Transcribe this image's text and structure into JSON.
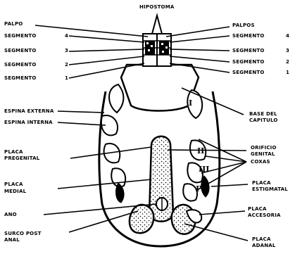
{
  "labels": {
    "hipostoma": "HIPOSTOMA",
    "palpo": "PALPO",
    "palpos": "PALPOS",
    "segmento": "SEGMENTO",
    "seg_left_nums": [
      "4",
      "3",
      "2",
      "1"
    ],
    "seg_right_nums": [
      "4",
      "3",
      "2",
      "1"
    ],
    "base_capitulo_1": "BASE DEL",
    "base_capitulo_2": "CAPITULO",
    "espina_externa": "ESPINA EXTERNA",
    "espina_interna": "ESPINA INTERNA",
    "orificio_1": "ORIFICIO",
    "orificio_2": "GENITAL",
    "placa_pregenital_1": "PLACA",
    "placa_pregenital_2": "PREGENITAL",
    "coxas": "COXAS",
    "placa_medial_1": "PLACA",
    "placa_medial_2": "MEDIAL",
    "placa_estigmatal_1": "PLACA",
    "placa_estigmatal_2": "ESTIGMATAL",
    "ano": "ANO",
    "placa_accesoria_1": "PLACA",
    "placa_accesoria_2": "ACCESORIA",
    "surco_1": "SURCO POST",
    "surco_2": "ANAL",
    "placa_adanal_1": "PLACA",
    "placa_adanal_2": "ADANAL",
    "coxa_numerals": [
      "I",
      "II",
      "III",
      "IV"
    ]
  },
  "colors": {
    "ink": "#000000",
    "paper": "#ffffff"
  }
}
